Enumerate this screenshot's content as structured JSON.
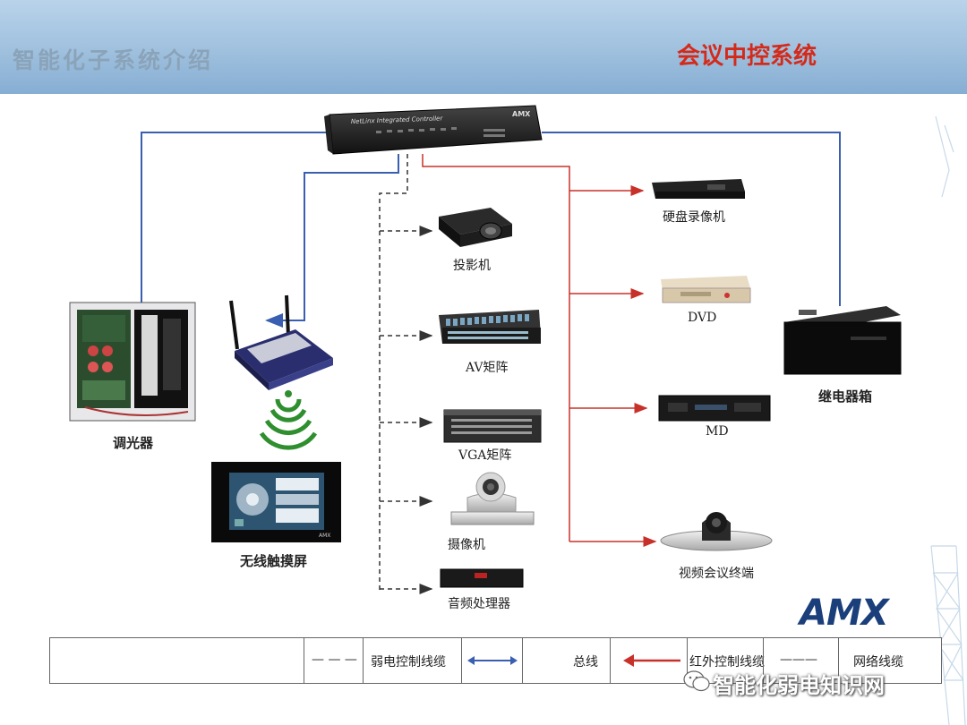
{
  "header": {
    "title": "智能化子系统介绍",
    "system_title": "会议中控系统"
  },
  "controller": {
    "brand_text": "NetLinx Integrated Controller",
    "brand_logo": "AMX"
  },
  "devices": {
    "dimmer": "调光器",
    "wireless_touch": "无线触摸屏",
    "projector": "投影机",
    "av_matrix": "AV矩阵",
    "vga_matrix": "VGA矩阵",
    "camera": "摄像机",
    "audio_processor": "音频处理器",
    "hdd_recorder": "硬盘录像机",
    "dvd": "DVD",
    "md": "MD",
    "video_conference": "视频会议终端",
    "relay_box": "继电器箱"
  },
  "legend": {
    "weak_current_symbol": "— — —",
    "weak_current": "弱电控制线缆",
    "bus": "总线",
    "infrared": "红外控制线缆",
    "network_symbol": "———",
    "network": "网络线缆"
  },
  "logo": "AMX",
  "watermark": "智能化弱电知识网",
  "colors": {
    "network_line": "#3a5fb0",
    "ir_line": "#c8302a",
    "control_line": "#333333",
    "header": "#9fc0de",
    "system_title": "#d42a1a",
    "logo": "#1b3f7a"
  }
}
